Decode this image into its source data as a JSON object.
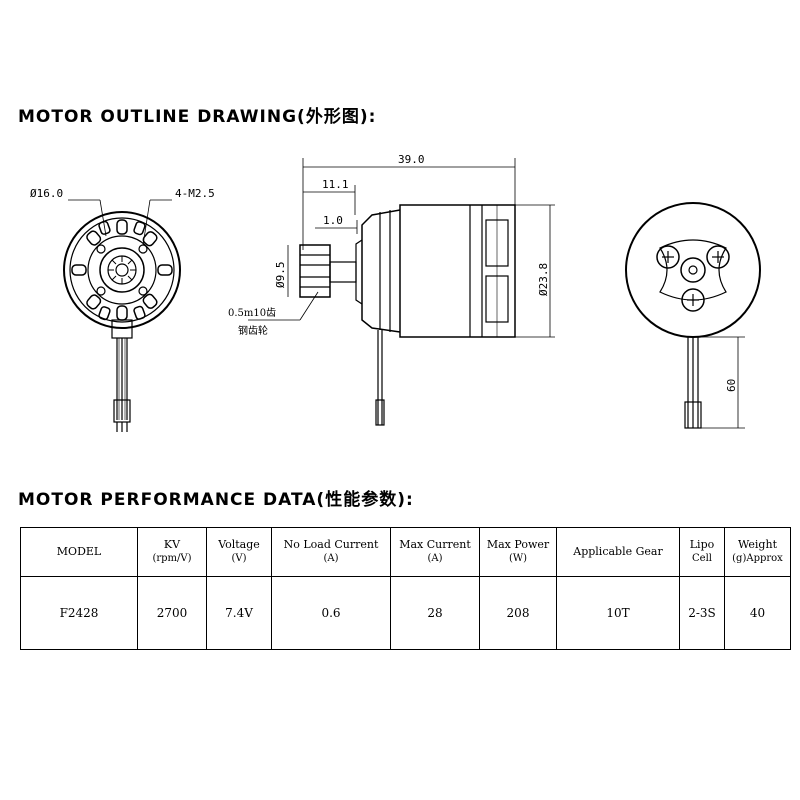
{
  "headings": {
    "outline": "MOTOR OUTLINE DRAWING(外形图):",
    "performance": "MOTOR PERFORMANCE DATA(性能参数):"
  },
  "drawing": {
    "front_diameter": "Ø16.0",
    "mount_holes": "4-M2.5",
    "length": "39.0",
    "shaft_length": "11.1",
    "step": "1.0",
    "gear_diameter": "Ø9.5",
    "body_diameter": "Ø23.8",
    "gear_note_1": "0.5m10齿",
    "gear_note_2": "钢齿轮",
    "lead_length": "60"
  },
  "table": {
    "headers": [
      {
        "main": "MODEL",
        "sub": ""
      },
      {
        "main": "KV",
        "sub": "(rpm/V)"
      },
      {
        "main": "Voltage",
        "sub": "(V)"
      },
      {
        "main": "No Load Current",
        "sub": "(A)"
      },
      {
        "main": "Max Current",
        "sub": "(A)"
      },
      {
        "main": "Max Power",
        "sub": "(W)"
      },
      {
        "main": "Applicable Gear",
        "sub": ""
      },
      {
        "main": "Lipo",
        "sub": "Cell"
      },
      {
        "main": "Weight",
        "sub": "(g)Approx"
      }
    ],
    "row": [
      "F2428",
      "2700",
      "7.4V",
      "0.6",
      "28",
      "208",
      "10T",
      "2-3S",
      "40"
    ]
  }
}
